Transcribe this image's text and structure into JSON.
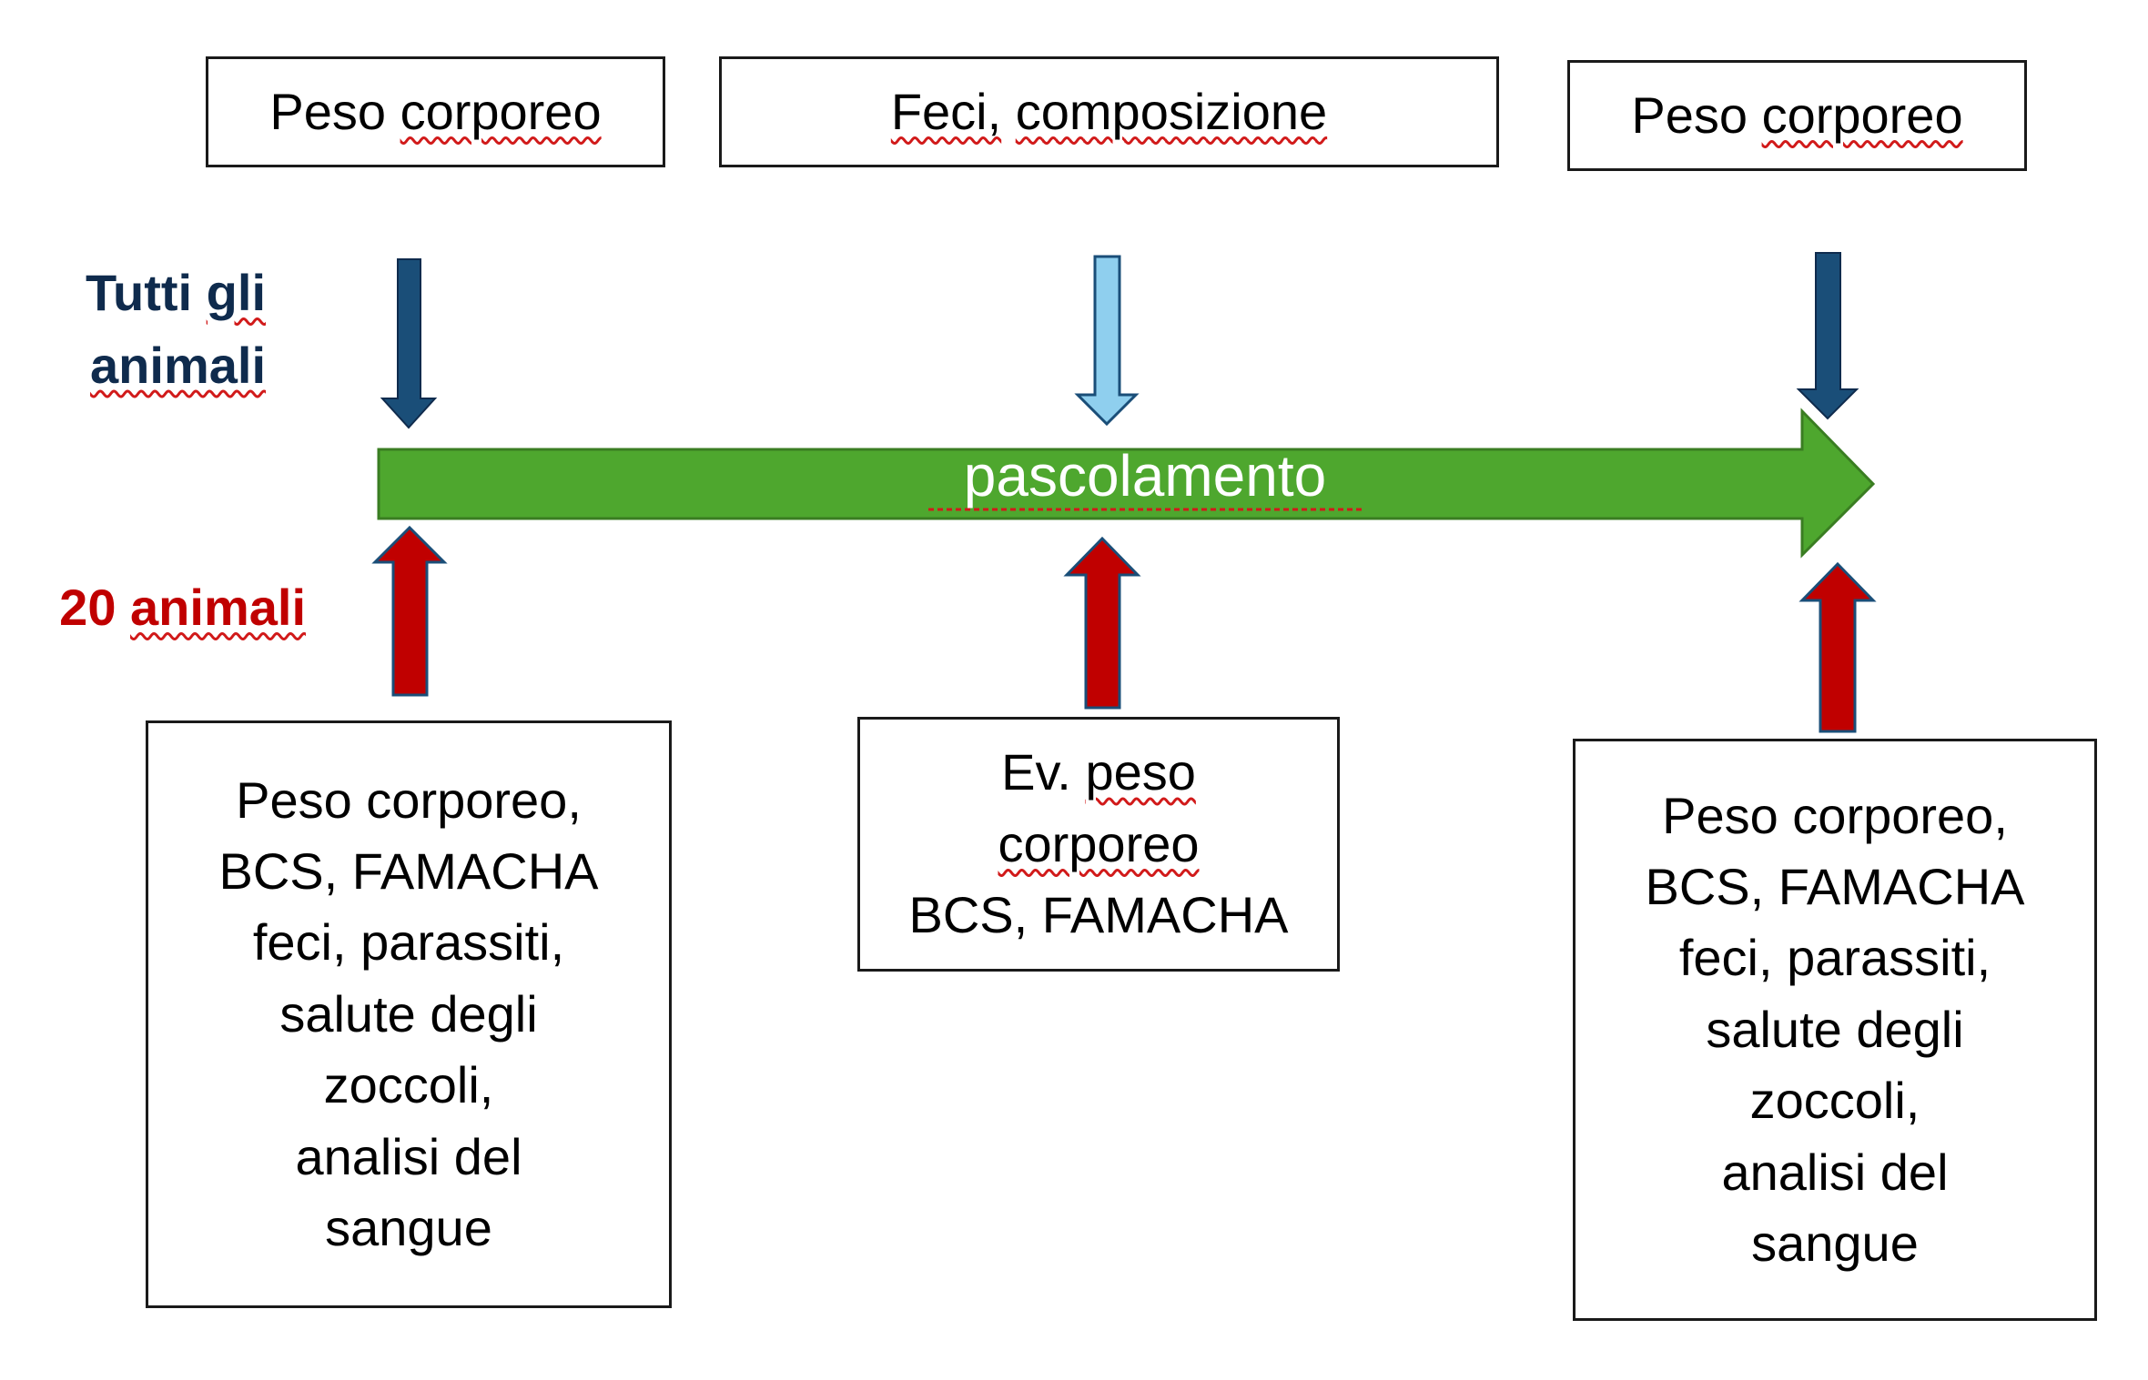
{
  "top_labels": [
    "Peso corporeo",
    "Feci, composizione",
    "Peso corporeo"
  ],
  "group_all": {
    "line1": "Tutti gli",
    "line2": "animali",
    "color": "#0f2b4d"
  },
  "group_20": {
    "label": "20 animali",
    "color": "#c00000"
  },
  "timeline": {
    "label": "pascolamento",
    "color": "#4ea72e",
    "border": "#3a7d22"
  },
  "arrow_colors": {
    "dark_blue": "#1a4e78",
    "light_blue": "#8fcfee",
    "red": "#c00000"
  },
  "bottom_boxes": [
    [
      "Peso corporeo,",
      "BCS, FAMACHA",
      "feci, parassiti,",
      "salute degli",
      "zoccoli,",
      "analisi del",
      "sangue"
    ],
    [
      "Ev. peso",
      "corporeo",
      "BCS, FAMACHA"
    ],
    [
      "Peso corporeo,",
      "BCS, FAMACHA",
      "feci, parassiti,",
      "salute degli",
      "zoccoli,",
      "analisi del",
      "sangue"
    ]
  ]
}
